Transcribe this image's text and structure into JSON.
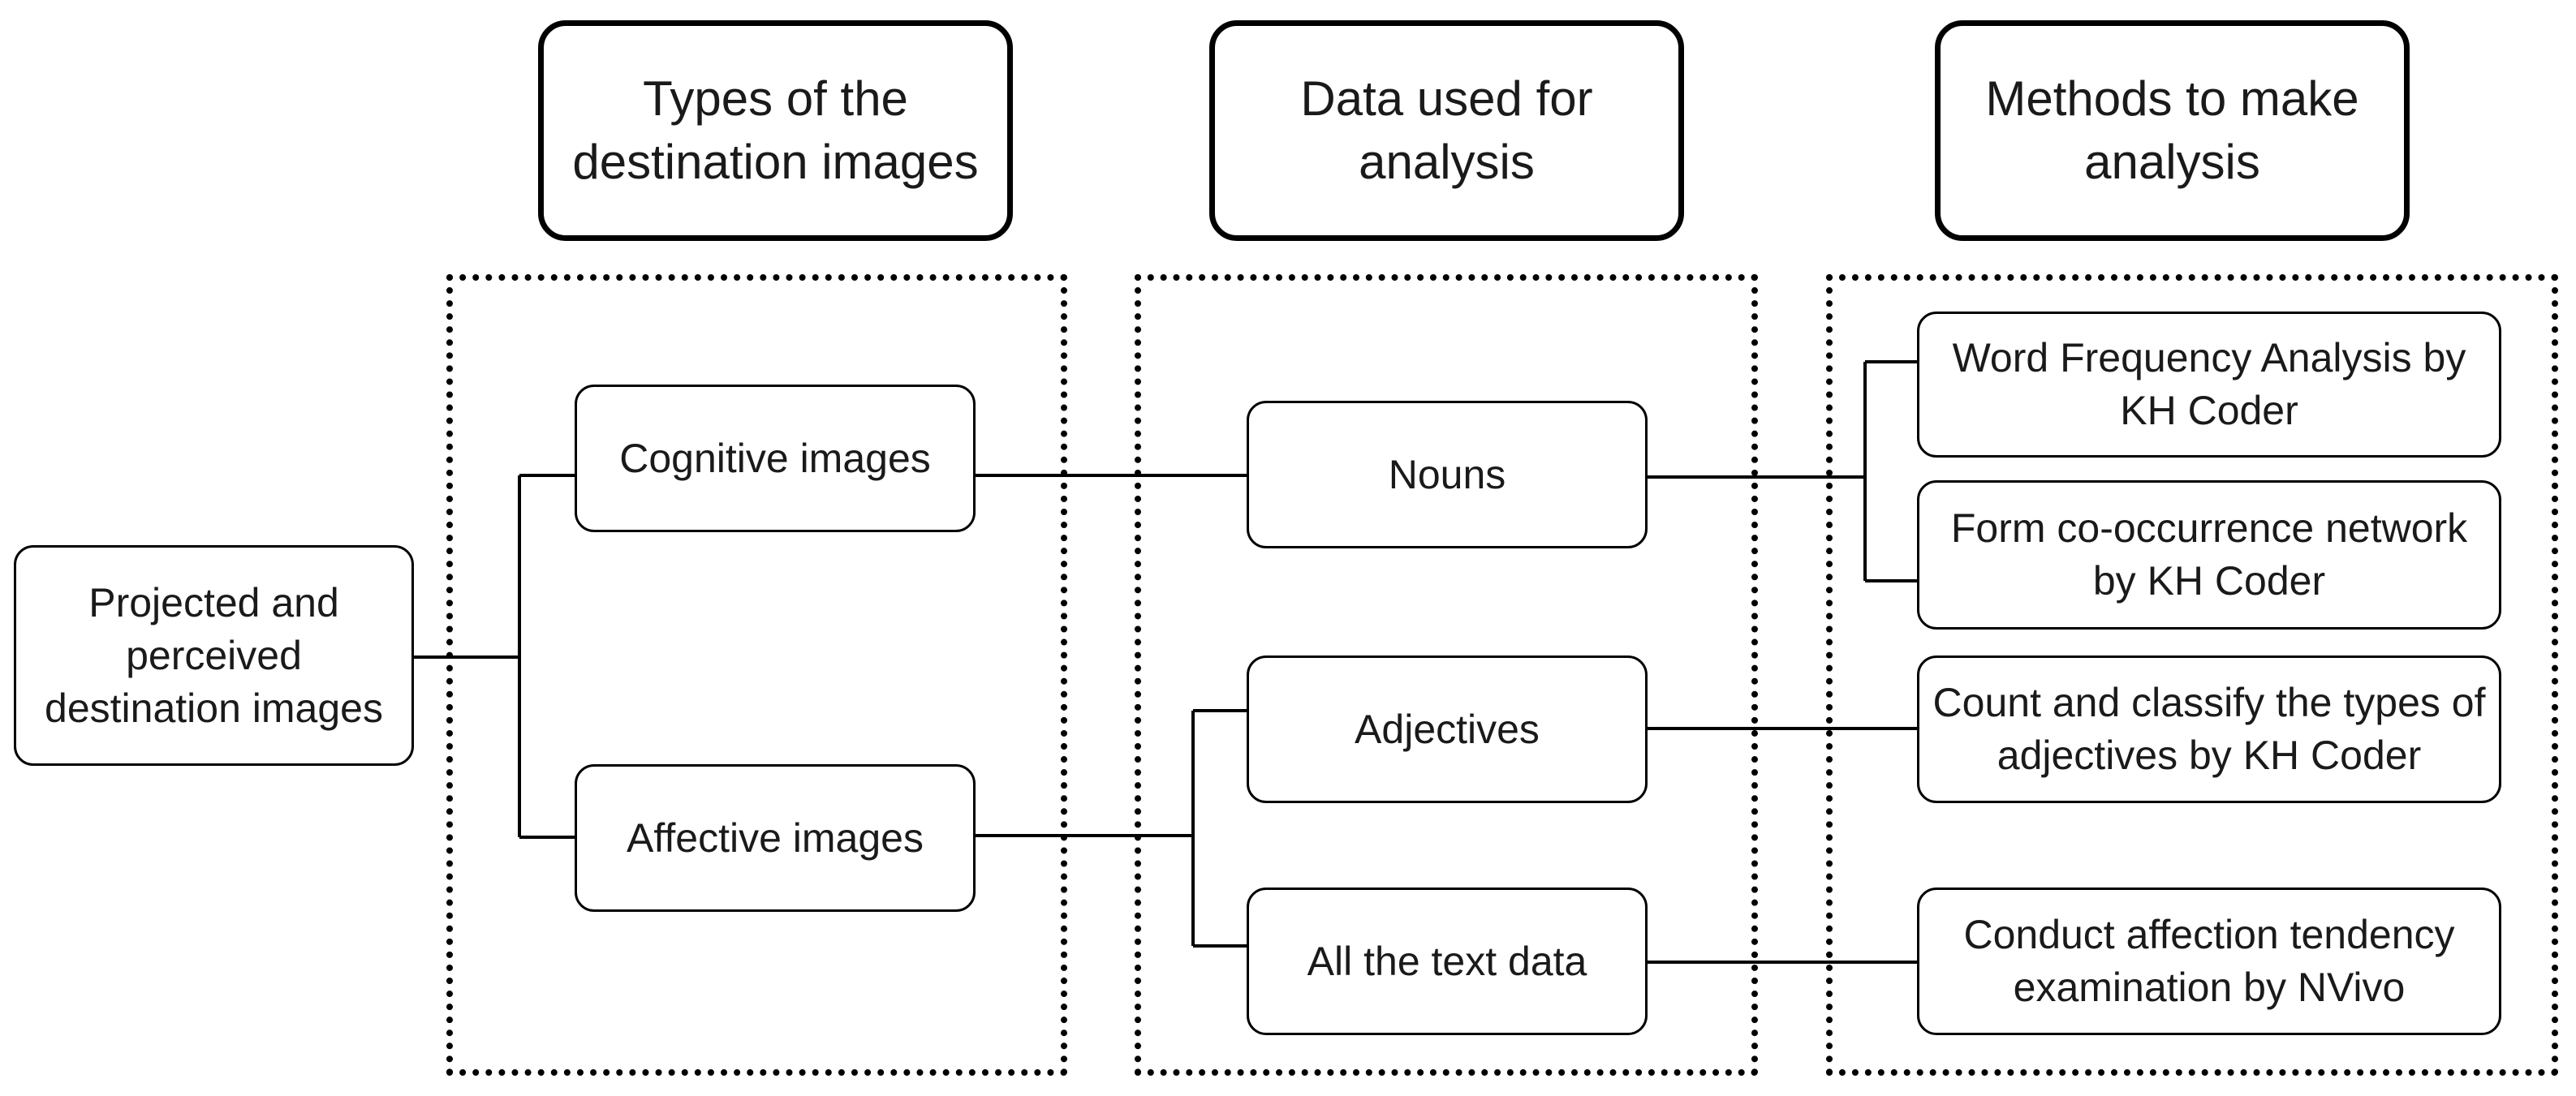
{
  "headers": {
    "types": "Types of the destination images",
    "data": "Data used for analysis",
    "methods": "Methods to make analysis"
  },
  "root": "Projected and perceived destination images",
  "types": {
    "cognitive": "Cognitive images",
    "affective": "Affective images"
  },
  "data_used": {
    "nouns": "Nouns",
    "adjectives": "Adjectives",
    "all_text": "All the text data"
  },
  "methods": {
    "word_freq": "Word Frequency Analysis by KH Coder",
    "cooccurrence": "Form co-occurrence network by KH Coder",
    "adjective_count": "Count and classify the types of adjectives by KH Coder",
    "affection": "Conduct affection tendency examination by NVivo"
  }
}
